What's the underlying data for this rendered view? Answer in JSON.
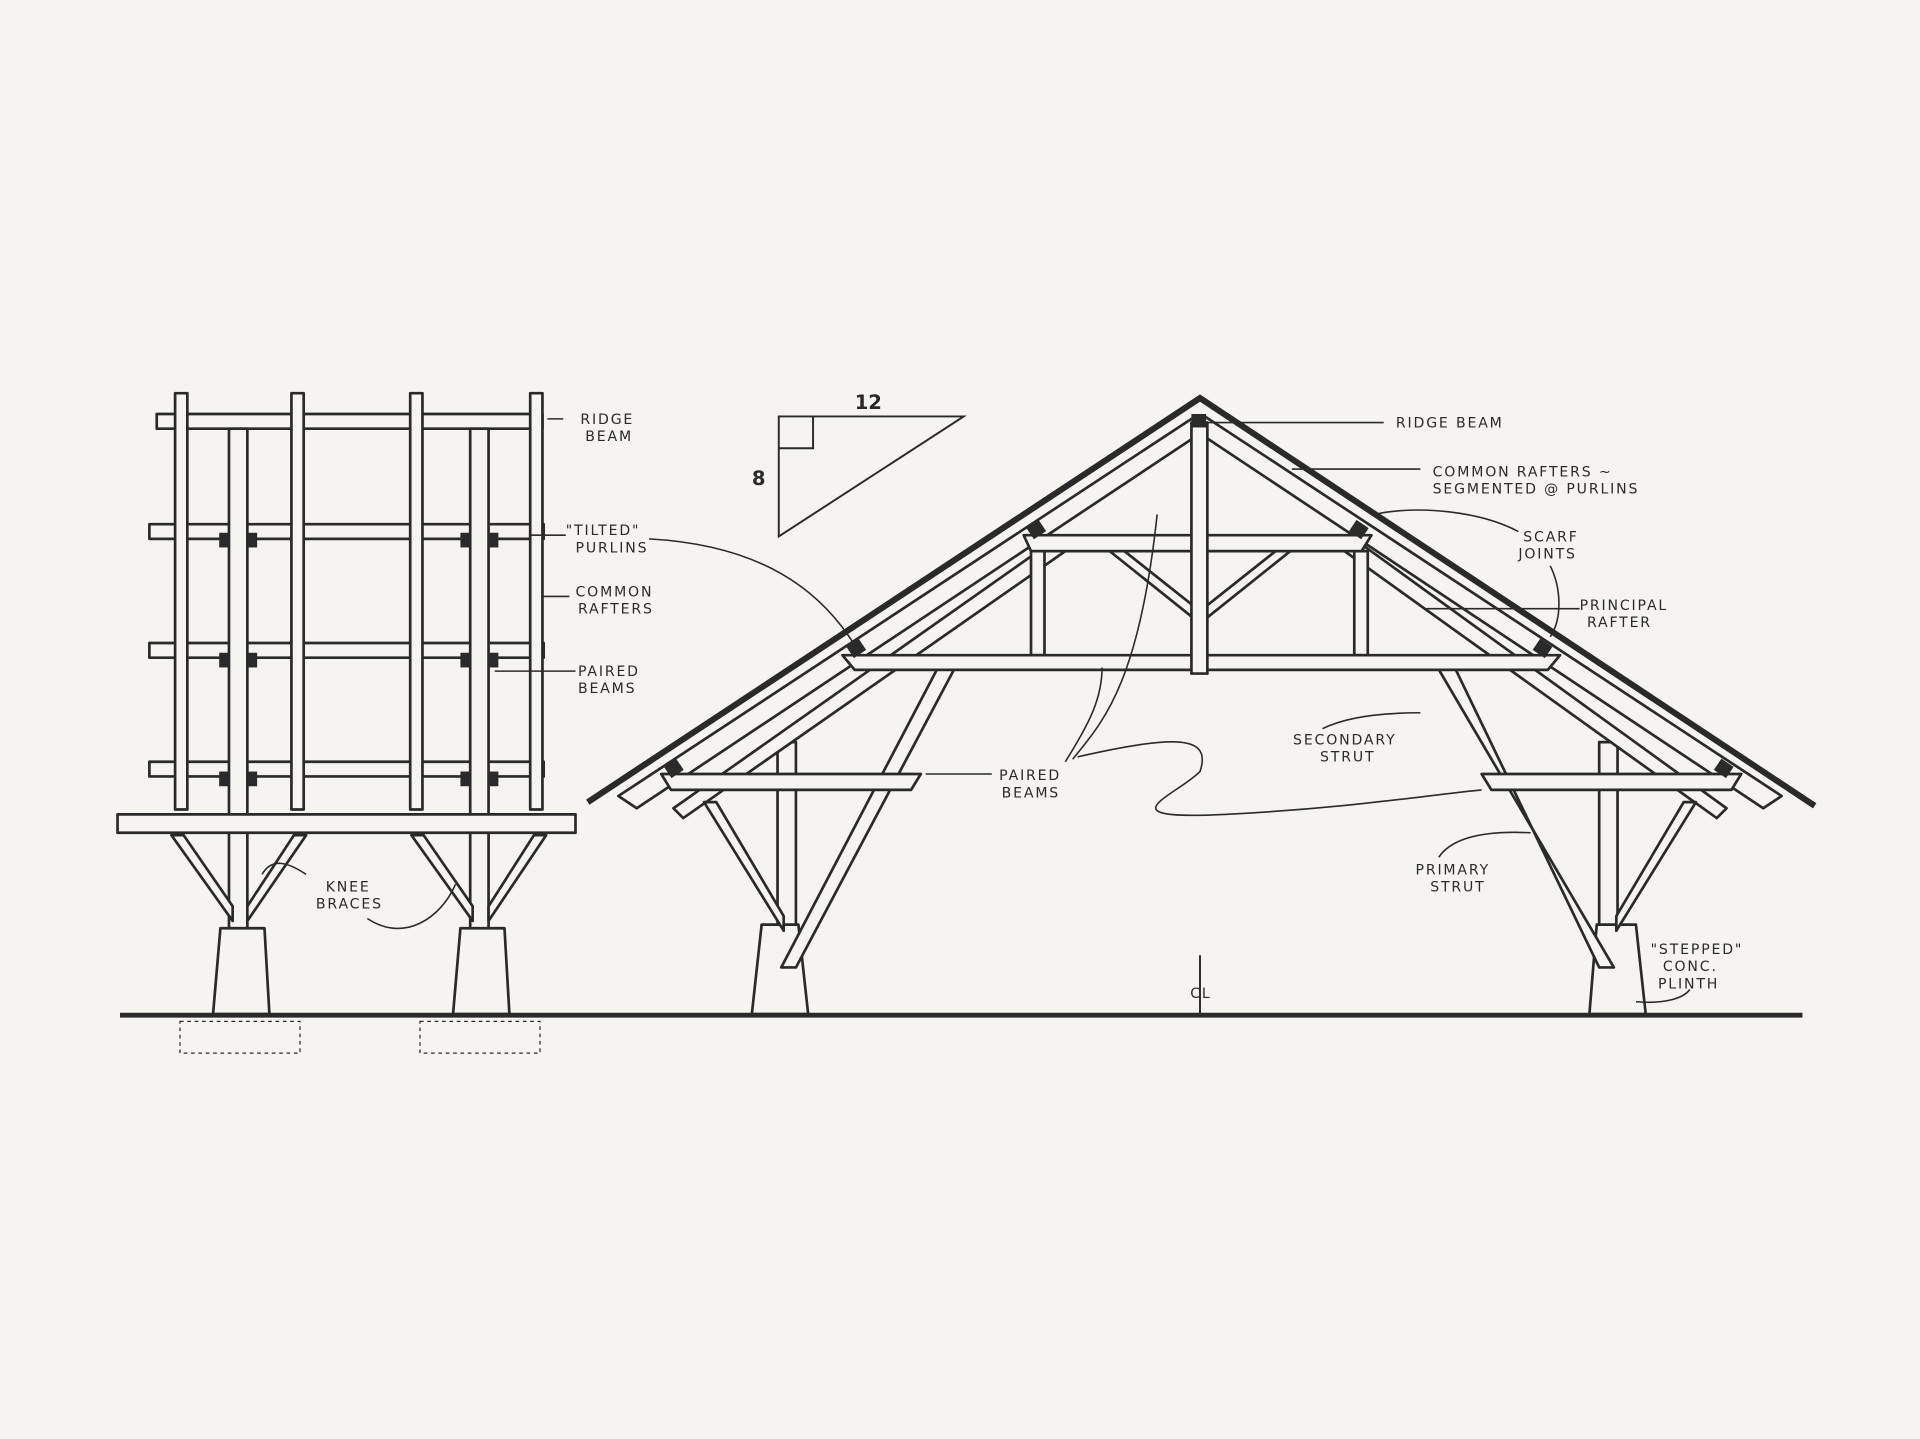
{
  "side_elevation": {
    "labels": {
      "ridge_beam": [
        "RIDGE",
        "BEAM"
      ],
      "tilted_purlins": [
        "\"TILTED\"",
        "PURLINS"
      ],
      "common_rafters": [
        "COMMON",
        "RAFTERS"
      ],
      "paired_beams": [
        "PAIRED",
        "BEAMS"
      ],
      "knee_braces": [
        "KNEE",
        "BRACES"
      ]
    }
  },
  "roof_pitch": {
    "run": "12",
    "rise": "8"
  },
  "truss_section": {
    "labels": {
      "ridge_beam": "RIDGE BEAM",
      "common_rafters": [
        "COMMON RAFTERS ~",
        "SEGMENTED @ PURLINS"
      ],
      "scarf_joints": [
        "SCARF",
        "JOINTS"
      ],
      "principal_rafter": [
        "PRINCIPAL",
        "RAFTER"
      ],
      "paired_beams": [
        "PAIRED",
        "BEAMS"
      ],
      "secondary_strut": [
        "SECONDARY",
        "STRUT"
      ],
      "primary_strut": [
        "PRIMARY",
        "STRUT"
      ],
      "plinth": [
        "\"STEPPED\"",
        "CONC.",
        "PLINTH"
      ],
      "centerline": "CL"
    }
  },
  "colors": {
    "ink": "#2a2a2a",
    "paper": "#f5f4f0"
  }
}
